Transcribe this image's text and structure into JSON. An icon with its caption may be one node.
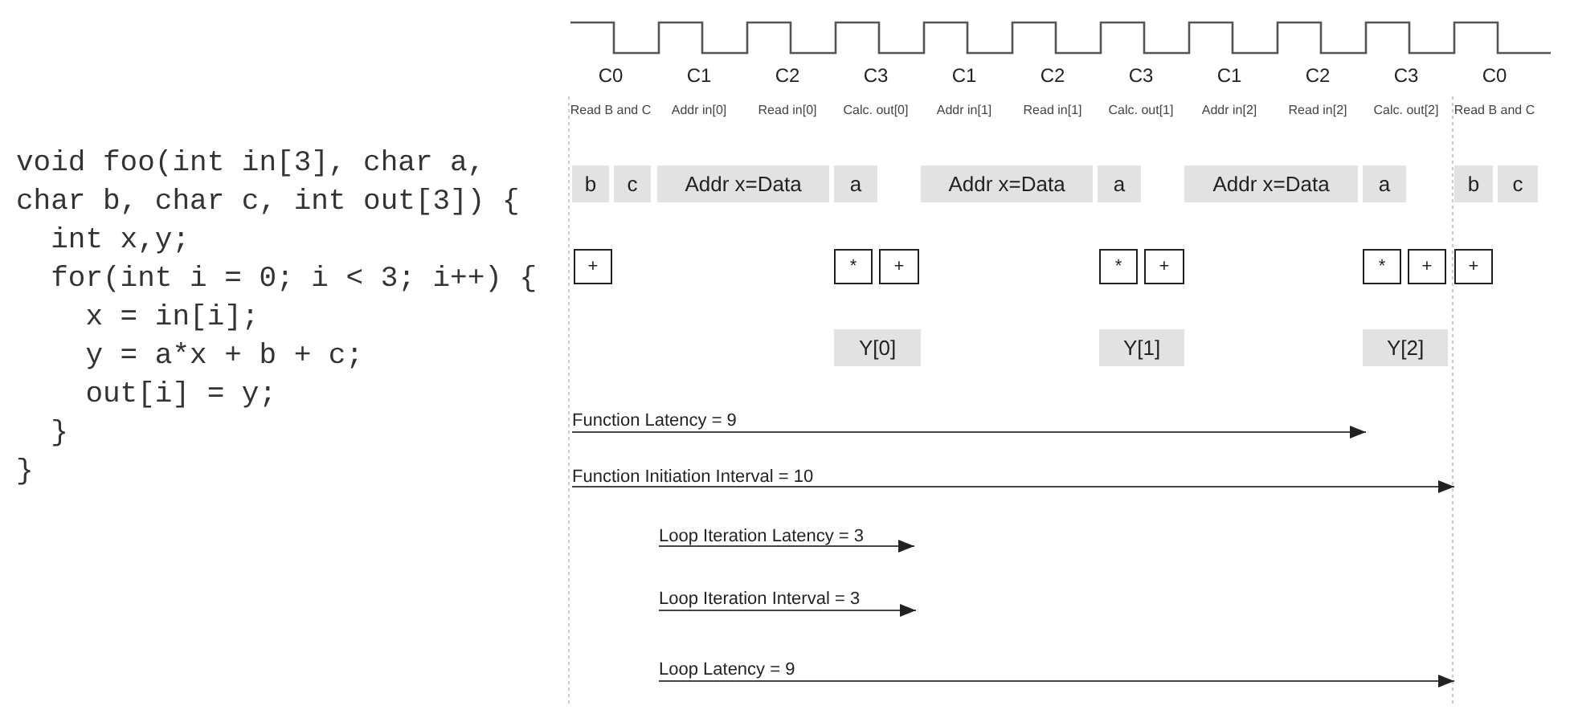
{
  "diagram": {
    "nodes": [
      {
        "text": [
          "b"
        ]
      },
      {
        "text": [
          "c"
        ]
      },
      {
        "text": [
          "Addr x=Data"
        ]
      },
      {
        "text": [
          "a"
        ]
      },
      {
        "text": [
          "Addr x=Data"
        ]
      },
      {
        "text": [
          "a"
        ]
      },
      {
        "text": [
          "Addr x=Data"
        ]
      },
      {
        "text": [
          "a"
        ]
      },
      {
        "text": [
          "b"
        ]
      },
      {
        "text": [
          "c"
        ]
      },
      {
        "text": [
          "+"
        ]
      },
      {
        "text": [
          "*"
        ]
      },
      {
        "text": [
          "+"
        ]
      },
      {
        "text": [
          "*"
        ]
      },
      {
        "text": [
          "+"
        ]
      },
      {
        "text": [
          "*"
        ]
      },
      {
        "text": [
          "+"
        ]
      },
      {
        "text": [
          "+"
        ]
      },
      {
        "text": [
          "Y[0]"
        ]
      },
      {
        "text": [
          "Y[1]"
        ]
      },
      {
        "text": [
          "Y[2]"
        ]
      }
    ],
    "labels": [
      "C0",
      "C1",
      "C2",
      "C3",
      "C1",
      "C2",
      "C3",
      "C1",
      "C2",
      "C3",
      "C0",
      "Read B and C",
      "Addr in[0]",
      "Read in[0]",
      "Calc. out[0]",
      "Addr in[1]",
      "Read in[1]",
      "Calc. out[1]",
      "Addr in[2]",
      "Read in[2]",
      "Calc. out[2]",
      "Read B and C",
      "void foo(int in[3], char a,",
      "char b, char c, int out[3]) {",
      "  int x,y;",
      "  for(int i = 0; i < 3; i++) {",
      "    x = in[i];",
      "    y = a*x + b + c;",
      "    out[i] = y;",
      "  }",
      "}",
      "Function Latency = 9",
      "Function Initiation Interval = 10",
      "Loop Iteration Latency = 3",
      "Loop Iteration Interval = 3",
      "Loop Latency = 9"
    ]
  }
}
